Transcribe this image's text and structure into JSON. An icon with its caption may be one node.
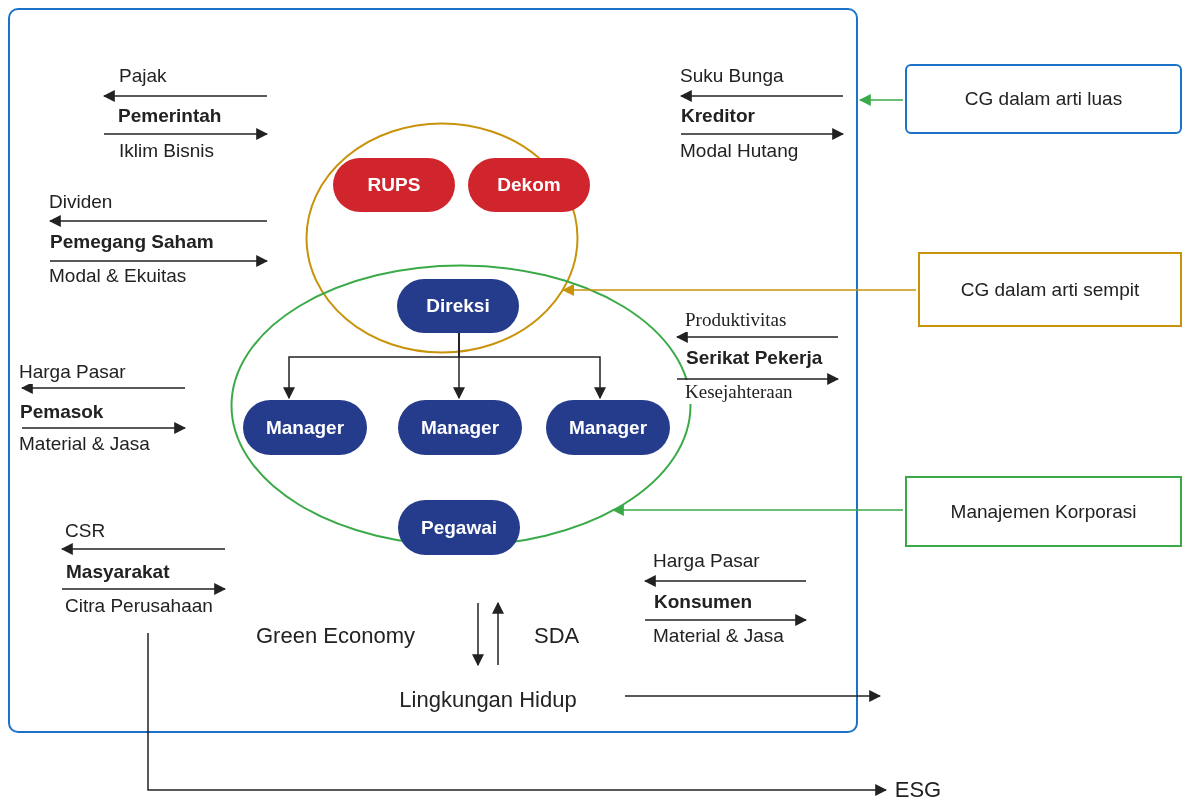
{
  "diagram": {
    "nodes": [
      {
        "text": [],
        "shape": "box"
      },
      {
        "text": [],
        "shape": "circle",
        "in": 0
      },
      {
        "text": [
          "RUPS"
        ],
        "in": 1
      },
      {
        "text": [
          "Dekom"
        ],
        "in": 1
      },
      {
        "text": [],
        "shape": "ellipse",
        "in": 0
      },
      {
        "text": [
          "Direksi"
        ]
      },
      {
        "text": [
          "Manager"
        ],
        "in": 4
      },
      {
        "text": [
          "Manager"
        ],
        "in": 4
      },
      {
        "text": [
          "Manager"
        ],
        "in": 4
      },
      {
        "text": [
          "Pegawai"
        ],
        "in": 4
      },
      {
        "text": [
          "Pemerintah"
        ],
        "in": 0
      },
      {
        "text": [
          "Pemegang Saham"
        ],
        "in": 0
      },
      {
        "text": [
          "Kreditor"
        ],
        "in": 0
      },
      {
        "text": [
          "Serikat Pekerja"
        ],
        "in": 0
      },
      {
        "text": [
          "Pemasok"
        ],
        "in": 0
      },
      {
        "text": [
          "Masyarakat"
        ],
        "in": 0
      },
      {
        "text": [
          "Konsumen"
        ],
        "in": 0
      },
      {
        "text": [
          "Lingkungan Hidup"
        ],
        "in": 0
      },
      {
        "text": [
          "CG dalam arti luas"
        ]
      },
      {
        "text": [
          "CG dalam arti sempit"
        ]
      },
      {
        "text": [
          "Manajemen Korporasi"
        ]
      },
      {
        "text": [
          "ESG"
        ]
      }
    ],
    "edges": [
      {
        "from": null,
        "to": 10,
        "arrow": "to",
        "label": "Pajak"
      },
      {
        "from": 10,
        "to": null,
        "arrow": "to",
        "label": "Iklim Bisnis"
      },
      {
        "from": null,
        "to": 11,
        "arrow": "to",
        "label": "Dividen"
      },
      {
        "from": 11,
        "to": null,
        "arrow": "to",
        "label": "Modal & Ekuitas"
      },
      {
        "from": null,
        "to": 12,
        "arrow": "to",
        "label": "Suku Bunga"
      },
      {
        "from": 12,
        "to": null,
        "arrow": "to",
        "label": "Modal Hutang"
      },
      {
        "from": null,
        "to": 13,
        "arrow": "to",
        "label": "Produktivitas"
      },
      {
        "from": null,
        "to": 13,
        "arrow": "to",
        "label": "Kesejahteraan"
      },
      {
        "from": null,
        "to": 14,
        "arrow": "to",
        "label": "Harga Pasar"
      },
      {
        "from": 14,
        "to": null,
        "arrow": "to",
        "label": "Material & Jasa"
      },
      {
        "from": null,
        "to": 15,
        "arrow": "to",
        "label": "CSR"
      },
      {
        "from": 15,
        "to": null,
        "arrow": "to",
        "label": "Citra Perusahaan"
      },
      {
        "from": null,
        "to": 16,
        "arrow": "to",
        "label": "Harga Pasar"
      },
      {
        "from": 16,
        "to": null,
        "arrow": "to",
        "label": "Material & Jasa"
      },
      {
        "from": 5,
        "to": 6,
        "arrow": "to"
      },
      {
        "from": 5,
        "to": 7,
        "arrow": "to"
      },
      {
        "from": 5,
        "to": 8,
        "arrow": "to"
      },
      {
        "from": null,
        "to": 17,
        "arrow": "to",
        "label": "Green Economy"
      },
      {
        "from": 17,
        "to": null,
        "arrow": "to",
        "label": "SDA"
      },
      {
        "from": 17,
        "to": null,
        "arrow": "to"
      },
      {
        "from": 15,
        "to": 21,
        "arrow": "to"
      },
      {
        "from": 18,
        "to": 0,
        "arrow": "to",
        "color": "#3aaa48"
      },
      {
        "from": 19,
        "to": 1,
        "arrow": "to",
        "color": "#c8930a"
      },
      {
        "from": 20,
        "to": 4,
        "arrow": "to",
        "color": "#3aaa48"
      }
    ]
  }
}
